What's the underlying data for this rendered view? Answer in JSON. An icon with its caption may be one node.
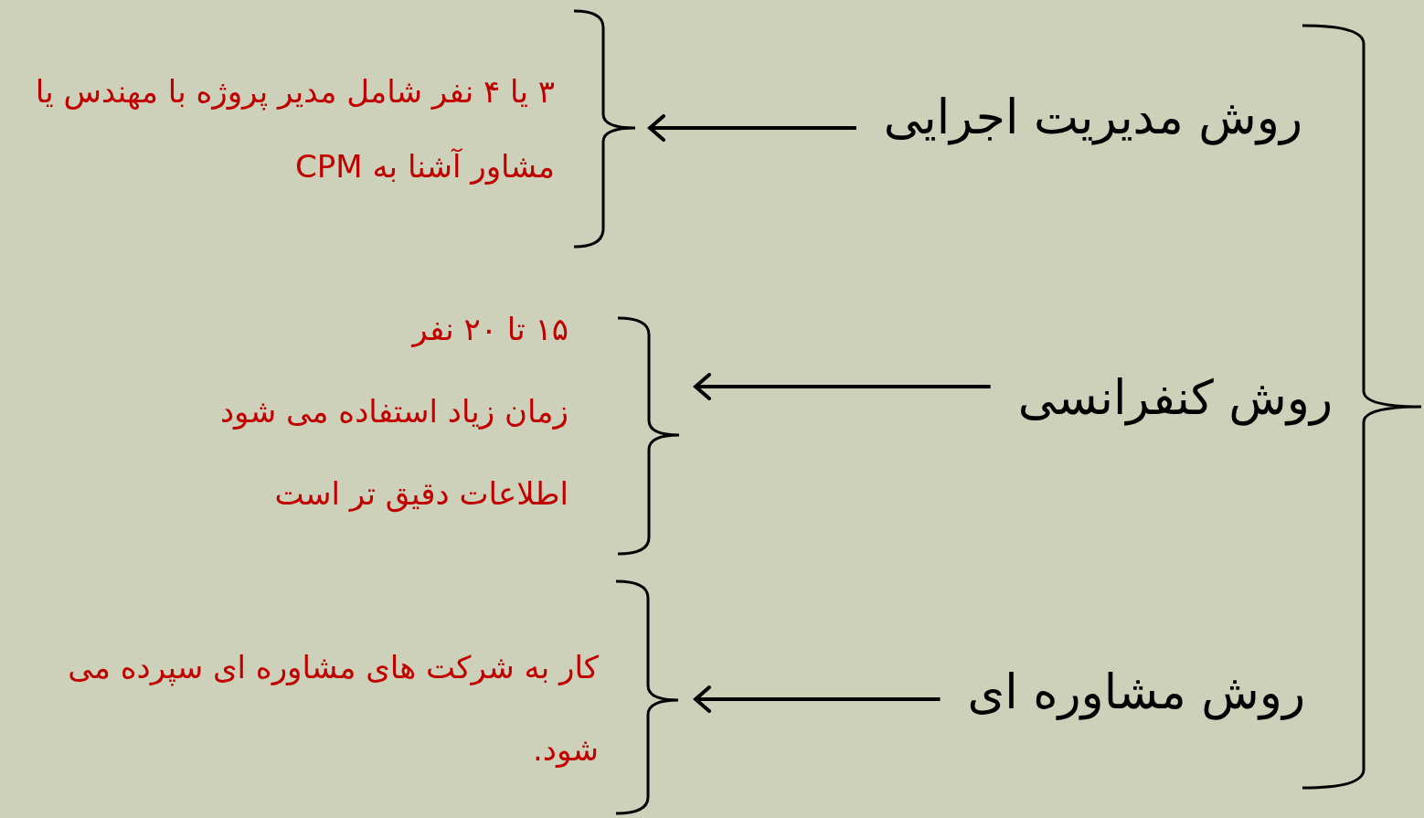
{
  "diagram": {
    "nodes": [
      {
        "text": [
          "روش مدیریت اجرایی"
        ]
      },
      {
        "text": [
          "۳ یا ۴ نفر شامل مدیر پروژه با مهندس یا مشاور آشنا به CPM"
        ]
      },
      {
        "text": [
          "روش کنفرانسی"
        ]
      },
      {
        "text": [
          "۱۵ تا ۲۰ نفر",
          "زمان زیاد استفاده می شود",
          "اطلاعات دقیق تر است"
        ]
      },
      {
        "text": [
          "روش مشاوره ای"
        ]
      },
      {
        "text": [
          "کار به شرکت های مشاوره ای سپرده می شود."
        ]
      }
    ],
    "edges": [
      {
        "from": 0,
        "to": 1,
        "arrow": "to"
      },
      {
        "from": 2,
        "to": 3,
        "arrow": "to"
      },
      {
        "from": 4,
        "to": 5,
        "arrow": "to"
      }
    ]
  }
}
